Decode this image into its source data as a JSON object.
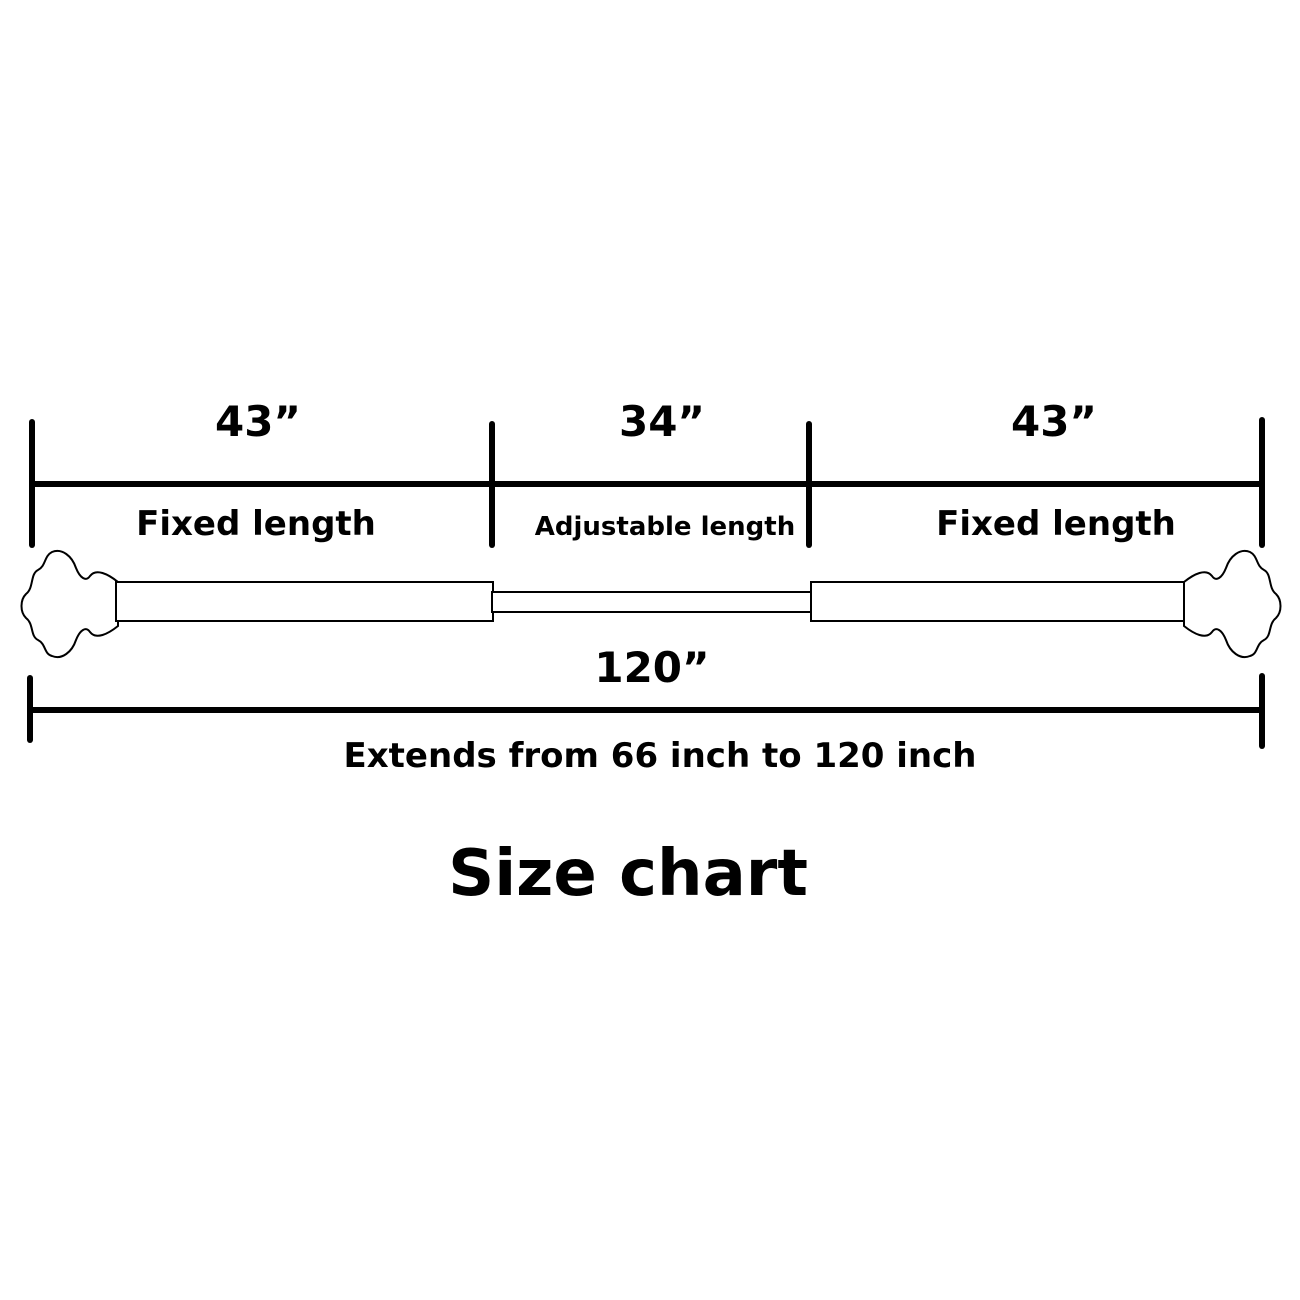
{
  "segments": [
    {
      "length_label": "43”",
      "description": "Fixed length"
    },
    {
      "length_label": "34”",
      "description": "Adjustable length"
    },
    {
      "length_label": "43”",
      "description": "Fixed length"
    }
  ],
  "total": {
    "length_label": "120”",
    "description": "Extends from 66 inch to 120 inch"
  },
  "caption": "Size chart",
  "colors": {
    "ink": "#000000",
    "background": "#ffffff"
  }
}
